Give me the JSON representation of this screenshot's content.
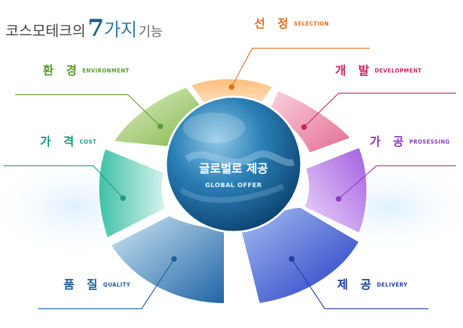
{
  "title": {
    "prefix": "코스모테크의",
    "number": "7",
    "suffix_big": "가지",
    "suffix_small": "기능"
  },
  "center": {
    "label_ko": "글로벌로 제공",
    "label_en": "GLOBAL OFFER"
  },
  "segments": [
    {
      "id": "selection",
      "ko": "선 정",
      "en": "SELECTION",
      "color": "#e0701c"
    },
    {
      "id": "development",
      "ko": "개 발",
      "en": "DEVELOPMENT",
      "color": "#c8245a"
    },
    {
      "id": "processing",
      "ko": "가 공",
      "en": "PROSESSING",
      "color": "#8a3fc0"
    },
    {
      "id": "delivery",
      "ko": "제 공",
      "en": "DELIVERY",
      "color": "#1f3f9e"
    },
    {
      "id": "quality",
      "ko": "품 질",
      "en": "QUALITY",
      "color": "#1f5f9e"
    },
    {
      "id": "cost",
      "ko": "가 격",
      "en": "COST",
      "color": "#1f9a84"
    },
    {
      "id": "environment",
      "ko": "환 경",
      "en": "ENVIRONMENT",
      "color": "#5a9a2e"
    }
  ]
}
